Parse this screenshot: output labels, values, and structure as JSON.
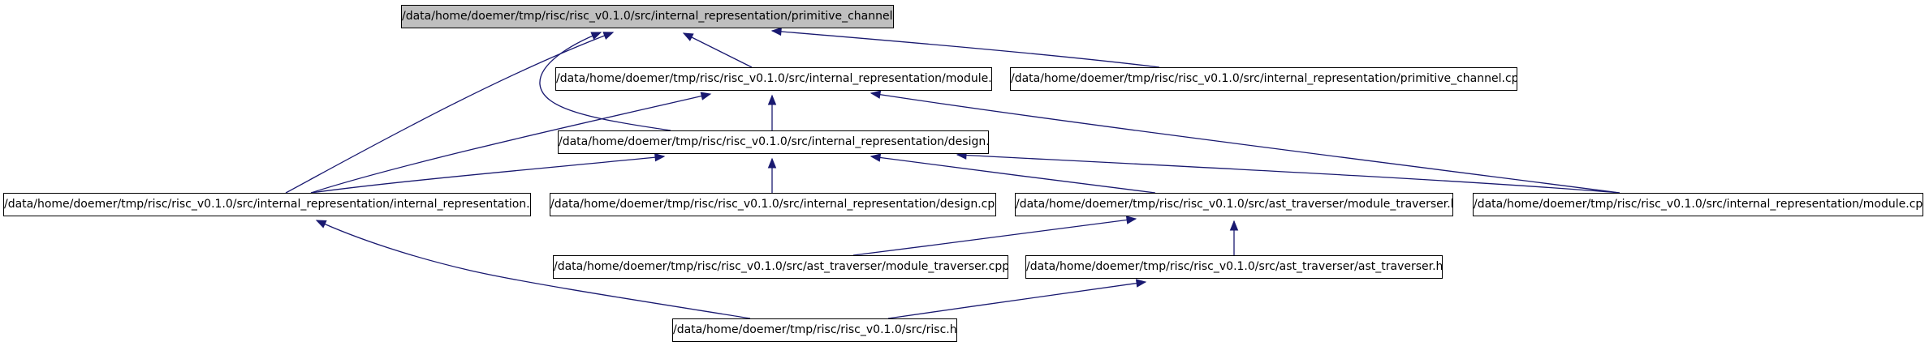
{
  "graph": {
    "edge_color": "#191970",
    "root_fill": "#bfbfbf",
    "node_fill": "#ffffff",
    "nodes": [
      {
        "id": "primitive_channel_h",
        "label": "/data/home/doemer/tmp/risc/risc_v0.1.0/src/internal_representation/primitive_channel.h",
        "highlighted": true
      },
      {
        "id": "module_h",
        "label": "/data/home/doemer/tmp/risc/risc_v0.1.0/src/internal_representation/module.h",
        "highlighted": false
      },
      {
        "id": "primitive_channel_cpp",
        "label": "/data/home/doemer/tmp/risc/risc_v0.1.0/src/internal_representation/primitive_channel.cpp",
        "highlighted": false
      },
      {
        "id": "design_h",
        "label": "/data/home/doemer/tmp/risc/risc_v0.1.0/src/internal_representation/design.h",
        "highlighted": false
      },
      {
        "id": "internal_representation_h",
        "label": "/data/home/doemer/tmp/risc/risc_v0.1.0/src/internal_representation/internal_representation.h",
        "highlighted": false
      },
      {
        "id": "design_cpp",
        "label": "/data/home/doemer/tmp/risc/risc_v0.1.0/src/internal_representation/design.cpp",
        "highlighted": false
      },
      {
        "id": "module_traverser_h",
        "label": "/data/home/doemer/tmp/risc/risc_v0.1.0/src/ast_traverser/module_traverser.h",
        "highlighted": false
      },
      {
        "id": "module_cpp",
        "label": "/data/home/doemer/tmp/risc/risc_v0.1.0/src/internal_representation/module.cpp",
        "highlighted": false
      },
      {
        "id": "module_traverser_cpp",
        "label": "/data/home/doemer/tmp/risc/risc_v0.1.0/src/ast_traverser/module_traverser.cpp",
        "highlighted": false
      },
      {
        "id": "ast_traverser_h",
        "label": "/data/home/doemer/tmp/risc/risc_v0.1.0/src/ast_traverser/ast_traverser.h",
        "highlighted": false
      },
      {
        "id": "risc_h",
        "label": "/data/home/doemer/tmp/risc/risc_v0.1.0/src/risc.h",
        "highlighted": false
      }
    ],
    "edges": [
      {
        "from": "primitive_channel_h",
        "to": "module_h"
      },
      {
        "from": "primitive_channel_h",
        "to": "primitive_channel_cpp"
      },
      {
        "from": "primitive_channel_h",
        "to": "design_h"
      },
      {
        "from": "primitive_channel_h",
        "to": "internal_representation_h"
      },
      {
        "from": "module_h",
        "to": "design_h"
      },
      {
        "from": "module_h",
        "to": "internal_representation_h"
      },
      {
        "from": "module_h",
        "to": "module_cpp"
      },
      {
        "from": "design_h",
        "to": "internal_representation_h"
      },
      {
        "from": "design_h",
        "to": "design_cpp"
      },
      {
        "from": "design_h",
        "to": "module_traverser_h"
      },
      {
        "from": "design_h",
        "to": "module_cpp"
      },
      {
        "from": "internal_representation_h",
        "to": "risc_h"
      },
      {
        "from": "module_traverser_h",
        "to": "module_traverser_cpp"
      },
      {
        "from": "module_traverser_h",
        "to": "ast_traverser_h"
      },
      {
        "from": "ast_traverser_h",
        "to": "risc_h"
      }
    ]
  }
}
